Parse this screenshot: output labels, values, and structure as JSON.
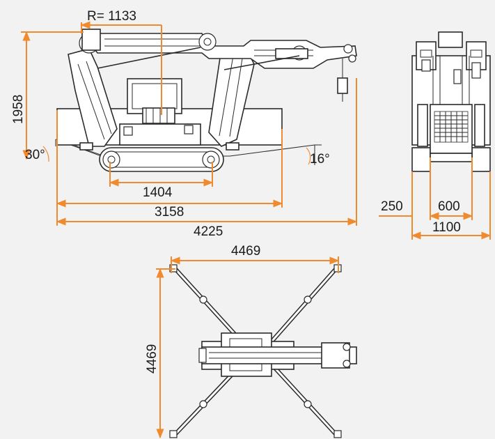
{
  "colors": {
    "dimension": "#f08a2e",
    "outline": "#2a2a2a",
    "background": "#f2f2f2",
    "text": "#1a1a1a"
  },
  "side_view": {
    "radius_label": "R= 1133",
    "height_label": "1958",
    "angle_left_label": "30°",
    "angle_right_label": "16°",
    "track_length_label": "1404",
    "body_length_label": "3158",
    "overall_length_label": "4225"
  },
  "front_view": {
    "width_left_label": "250",
    "width_mid_label": "600",
    "width_total_label": "1100"
  },
  "top_view": {
    "span_width_label": "4469",
    "span_height_label": "4469"
  }
}
